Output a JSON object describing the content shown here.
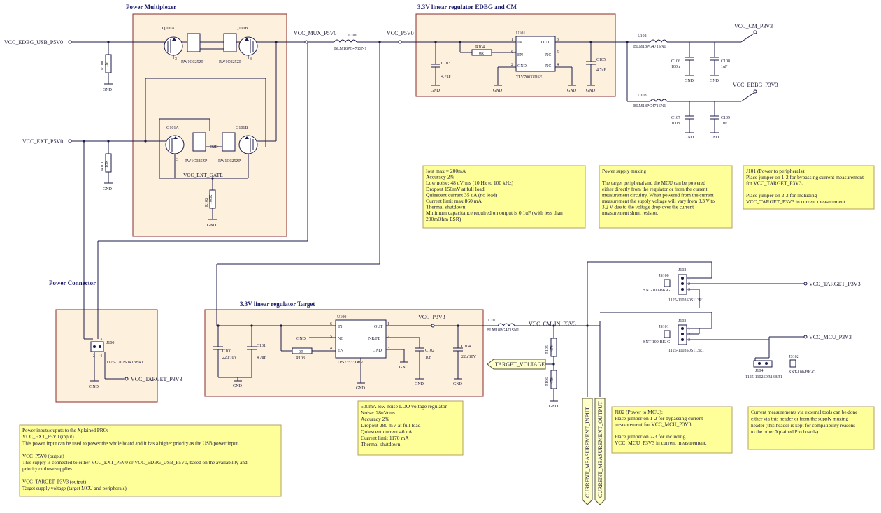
{
  "blocks": {
    "power_mux": "Power Multiplexer",
    "ldo_edbg": "3.3V linear regulator EDBG and CM",
    "power_connector": "Power Connector",
    "ldo_target": "3.3V linear regulator Target"
  },
  "nets": {
    "vcc_edbg_usb": "VCC_EDBG_USB_P5V0",
    "vcc_ext": "VCC_EXT_P5V0",
    "vcc_mux": "VCC_MUX_P5V0",
    "vcc_p5v0": "VCC_P5V0",
    "vcc_cm": "VCC_CM_P3V3",
    "vcc_edbg_p3v3": "VCC_EDBG_P3V3",
    "vcc_ext_gate": "VCC_EXT_GATE",
    "vcc_p3v3": "VCC_P3V3",
    "vcc_cm_in": "VCC_CM_IN_P3V3",
    "vcc_target_p3v3": "VCC_TARGET_P3V3",
    "vcc_mcu_p3v3": "VCC_MCU_P3V3",
    "target_voltage": "TARGET_VOLTAGE",
    "current_input": "CURRENT_MEASUREMENT_INPUT",
    "current_output": "CURRENT_MEASUREMENT_OUTPUT",
    "gnd": "GND"
  },
  "components": {
    "q100a": "Q100A",
    "q100b": "Q100B",
    "q101a": "Q101A",
    "q101b": "Q101B",
    "rw": "RW1C025ZP",
    "d2d": "D2D",
    "r100": "R100",
    "r100_val": "1M",
    "r101": "R101",
    "r101_val": "10K",
    "r102": "R102",
    "r102_val": "100K",
    "l100": "L100",
    "l101": "L101",
    "l102": "L102",
    "l103": "L103",
    "bead": "BLM18PG471SN1",
    "u101": "U101",
    "u101_part": "TLV70033DSE",
    "u100": "U100",
    "u100_part": "TPS73533DRV",
    "r104": "R104",
    "r104_val": "0R",
    "r103": "R103",
    "r103_val": "0R",
    "r105": "R105",
    "r105_val": "47K",
    "r106": "R106",
    "r106_val": "47K",
    "c103": "C103",
    "c103_val": "4.7uF",
    "c105": "C105",
    "c105_val": "4.7uF",
    "c106": "C106",
    "c106_val": "100n",
    "c108": "C108",
    "c108_val": "1uF",
    "c107": "C107",
    "c107_val": "100n",
    "c109": "C109",
    "c109_val": "1uF",
    "c100": "C100",
    "c100_val": "22u/10V",
    "c101": "C101",
    "c101_val": "4.7uF",
    "c102": "C102",
    "c102_val": "10n",
    "c104": "C104",
    "c104_val": "22u/10V",
    "j100": "J100",
    "j100_part": "1125-1202S0R13BR1",
    "j102": "J102",
    "j102_part": "1125-1103S0S113R1",
    "j103": "J103",
    "j103_part": "1125-1103S0S113R1",
    "j104": "J104",
    "j104_part": "1125-1102S0R13BR1",
    "js100": "JS100",
    "js101": "JS101",
    "js102": "JS102",
    "js_part": "SNT-100-BK-G"
  },
  "pins": {
    "in": "IN",
    "out": "OUT",
    "en": "EN",
    "gnd": "GND",
    "nc": "NC",
    "nrfb": "NR/FB",
    "p1": "1",
    "p2": "2",
    "p3": "3",
    "p4": "4",
    "p5": "5",
    "p6": "6",
    "p7": "7"
  },
  "notes": {
    "u101_specs": [
      "Iout max = 200mA",
      "Accuracy 2%",
      "Low noise: 48 uVrms (10 Hz to 100 kHz)",
      "Dropout 150mV at full load",
      "Quiescent current 35 uA (no load)",
      "Current limit max 860 mA",
      "Thermal shutdown",
      "Minimum capacitance required on output is 0.1uF (with less than",
      "200mOhm ESR)"
    ],
    "muxing": [
      "Power supply muxing",
      "",
      "The target peripheral and the MCU can be powered",
      "either directly from the regulator or from the current",
      "measurement circuitry. When powered from the current",
      "measurement the supply voltage will vary from 3.3 V to",
      "3.2 V due to the voltage drop over the current",
      "measurement shunt resistor."
    ],
    "j101": [
      "J101 (Power to peripherals):",
      "Place jumper on 1-2 for bypassing current measurement",
      "for VCC_TARGET_P3V3.",
      "",
      "Place jumper on 2-3 for including",
      "VCC_TARGET_P3V3 in current measurement."
    ],
    "u100_specs": [
      "500mA low noise LDO voltage regulator",
      "Noise: 28uVrms",
      "Accuracy 2%",
      "Dropout 280 mV at full load",
      "Quiescent current 46 uA",
      "Current limit 1170 mA",
      "Thermal shutdown"
    ],
    "j102": [
      "J102 (Power to MCU):",
      "Place jumper on 1-2 for bypassing current",
      "measurement for VCC_MCU_P3V3.",
      "",
      "Place jumper on 2-3 for including",
      "VCC_MCU_P3V3 in current measurement."
    ],
    "current_ext": [
      "Current measurements via external tools can be done",
      "either via this header or from the supply muxing",
      "header (this header is kept for compatibility reasons",
      "to the other Xplained Pro boards)"
    ],
    "power_io": [
      "Power inputs/ouputs to the Xplained PRO:",
      "VCC_EXT_P5V0 (input)",
      "This power input can be used to power the whole board and it has a higher priority as the USB power input.",
      "",
      "VCC_P5V0 (output)",
      "This supply is connected to either VCC_EXT_P5V0 or VCC_EDBG_USB_P5V0, based on the availability and",
      "priority ot these supplies.",
      "",
      "VCC_TARGET_P3V3 (output)",
      "Target supply voltage (target MCU and peripherals)"
    ]
  }
}
